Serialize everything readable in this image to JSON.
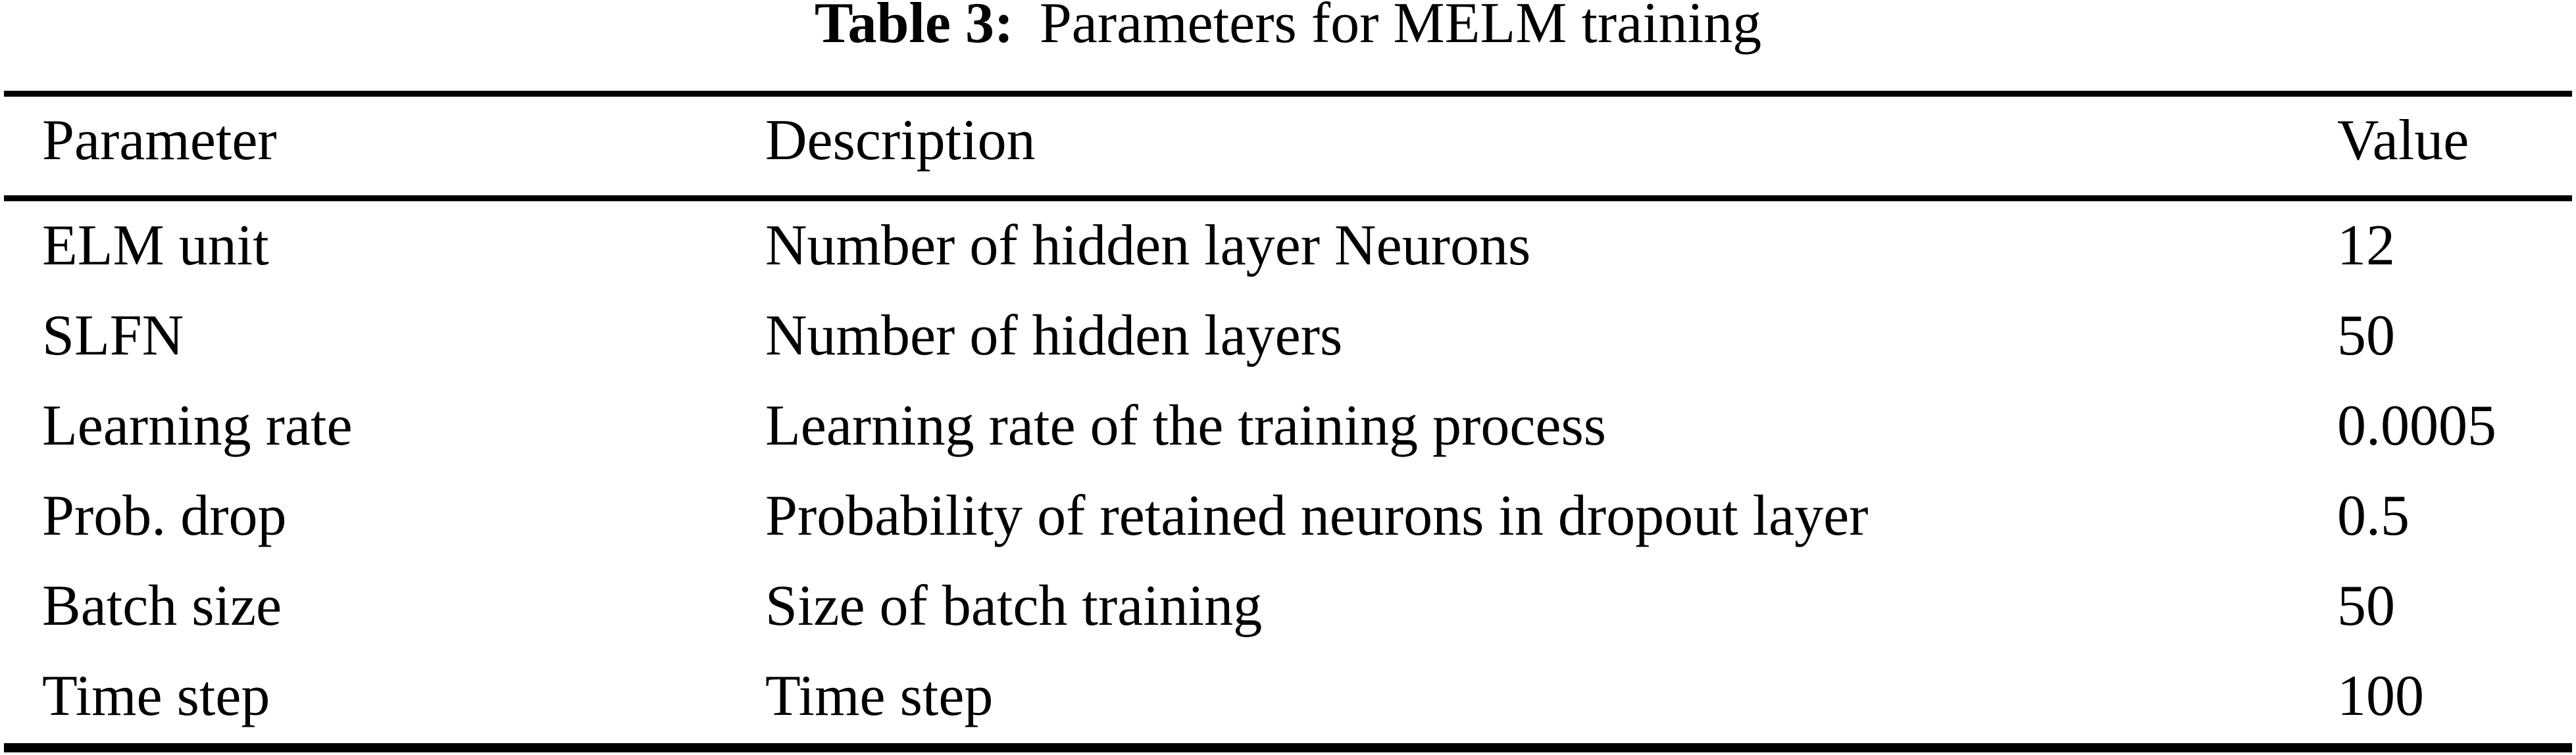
{
  "title": {
    "label": "Table 3:",
    "text": "Parameters for MELM training"
  },
  "table": {
    "columns": [
      "Parameter",
      "Description",
      "Value"
    ],
    "rows": [
      {
        "parameter": "ELM unit",
        "description": "Number of hidden layer Neurons",
        "value": "12"
      },
      {
        "parameter": "SLFN",
        "description": "Number of hidden layers",
        "value": "50"
      },
      {
        "parameter": "Learning rate",
        "description": "Learning rate of the training process",
        "value": "0.0005"
      },
      {
        "parameter": "Prob. drop",
        "description": "Probability of retained neurons in dropout layer",
        "value": "0.5"
      },
      {
        "parameter": "Batch size",
        "description": "Size of batch training",
        "value": "50"
      },
      {
        "parameter": "Time step",
        "description": "Time step",
        "value": "100"
      }
    ]
  },
  "colors": {
    "text": "#000000",
    "background": "#ffffff",
    "rule": "#000000"
  }
}
